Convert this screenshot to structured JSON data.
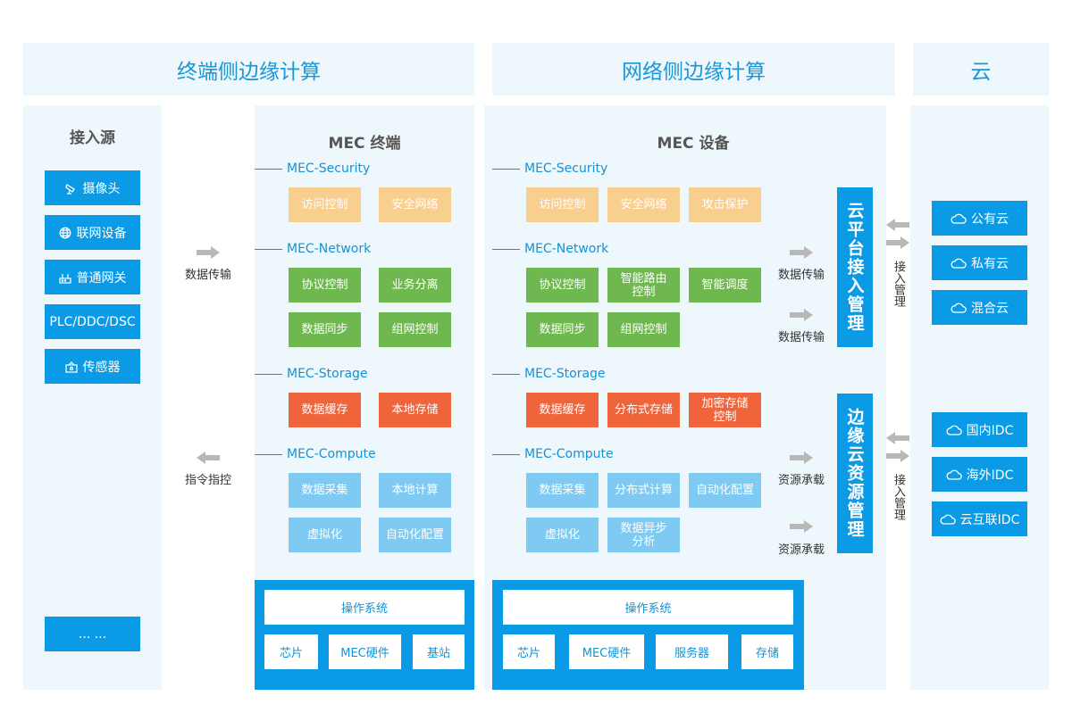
{
  "headers": {
    "terminal": "终端侧边缘计算",
    "network": "网络侧边缘计算",
    "cloud": "云"
  },
  "access": {
    "title": "接入源",
    "items": [
      "摄像头",
      "联网设备",
      "普通网关",
      "PLC/DDC/DSC",
      "传感器"
    ],
    "more": "... ..."
  },
  "transfer": {
    "left_top": "数据传输",
    "left_bottom": "指令指控",
    "right_top1": "数据传输",
    "right_top2": "数据传输",
    "right_bottom1": "资源承载",
    "right_bottom2": "资源承载",
    "cloud_access1": "接入管理",
    "cloud_access2": "接入管理"
  },
  "mec_terminal": {
    "title": "MEC 终端",
    "security": {
      "label": "MEC-Security",
      "items": [
        "访问控制",
        "安全网络"
      ]
    },
    "network": {
      "label": "MEC-Network",
      "items": [
        "协议控制",
        "业务分离",
        "数据同步",
        "组网控制"
      ]
    },
    "storage": {
      "label": "MEC-Storage",
      "items": [
        "数据缓存",
        "本地存储"
      ]
    },
    "compute": {
      "label": "MEC-Compute",
      "items": [
        "数据采集",
        "本地计算",
        "虚拟化",
        "自动化配置"
      ]
    },
    "os": {
      "title": "操作系统",
      "items": [
        "芯片",
        "MEC硬件",
        "基站"
      ]
    }
  },
  "mec_device": {
    "title": "MEC 设备",
    "security": {
      "label": "MEC-Security",
      "items": [
        "访问控制",
        "安全网络",
        "攻击保护"
      ]
    },
    "network": {
      "label": "MEC-Network",
      "items": [
        "协议控制",
        "智能路由控制",
        "智能调度",
        "数据同步",
        "组网控制"
      ]
    },
    "storage": {
      "label": "MEC-Storage",
      "items": [
        "数据缓存",
        "分布式存储",
        "加密存储控制"
      ]
    },
    "compute": {
      "label": "MEC-Compute",
      "items": [
        "数据采集",
        "分布式计算",
        "自动化配置",
        "虚拟化",
        "数据异步分析"
      ]
    },
    "os": {
      "title": "操作系统",
      "items": [
        "芯片",
        "MEC硬件",
        "服务器",
        "存储"
      ]
    }
  },
  "platform": {
    "cloud_access": "云平台接入管理",
    "edge_resource": "边缘云资源管理"
  },
  "cloud": {
    "clouds": [
      "公有云",
      "私有云",
      "混合云"
    ],
    "idc": [
      "国内IDC",
      "海外IDC",
      "云互联IDC"
    ]
  },
  "colors": {
    "accent": "#0b9be6",
    "security": "#f9cf8f",
    "network": "#6fb84f",
    "storage": "#f0643c",
    "compute": "#7ecaf2",
    "panel": "#eef7fc"
  }
}
